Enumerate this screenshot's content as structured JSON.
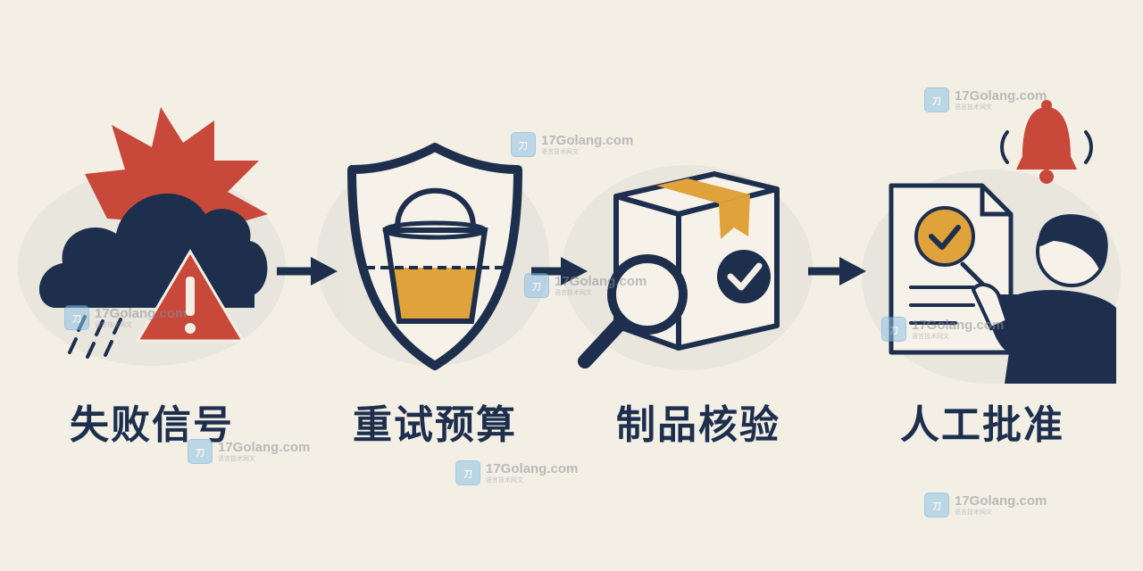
{
  "steps": [
    {
      "label": "失败信号",
      "icon": "storm-cloud-warning-icon"
    },
    {
      "label": "重试预算",
      "icon": "shield-bucket-icon"
    },
    {
      "label": "制品核验",
      "icon": "package-magnifier-check-icon"
    },
    {
      "label": "人工批准",
      "icon": "person-document-approval-icon"
    }
  ],
  "watermark": {
    "domain": "17Golang.com",
    "sub": "语言技术网文",
    "logo": "刀"
  },
  "colors": {
    "navy": "#1d2f4d",
    "red": "#c8483a",
    "amber": "#e0a23a",
    "background": "#f3efe5"
  }
}
